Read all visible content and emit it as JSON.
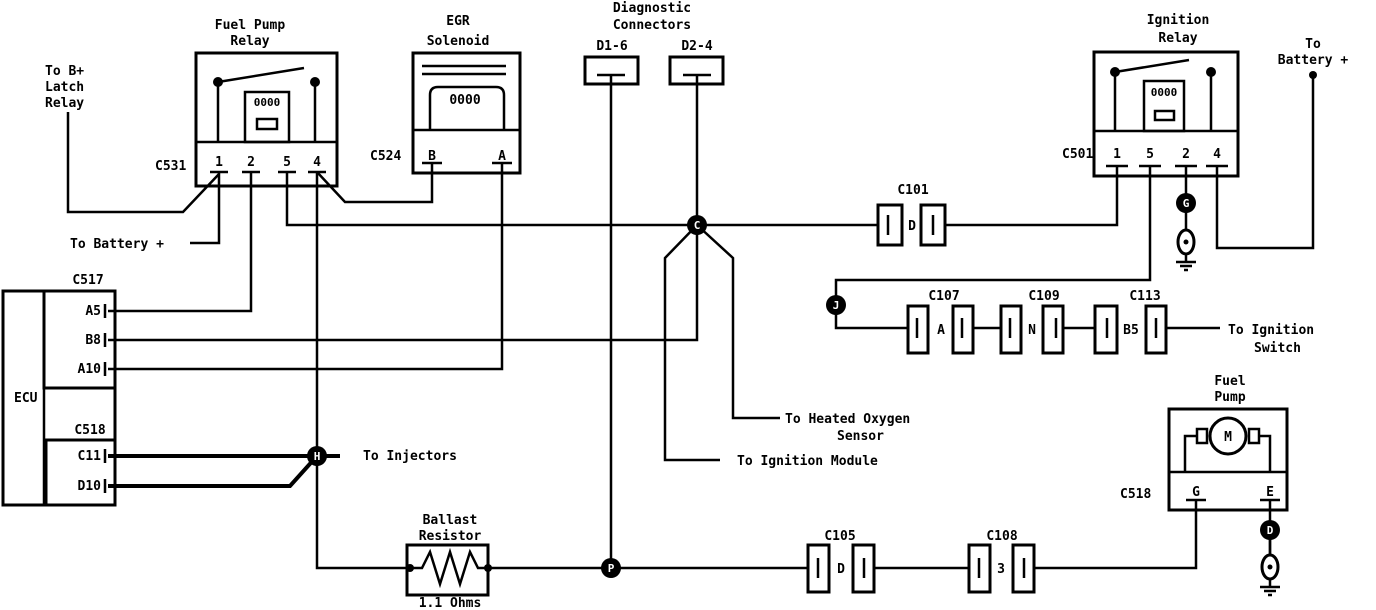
{
  "components": {
    "fuel_pump_relay": {
      "title": [
        "Fuel Pump",
        "Relay"
      ],
      "connector": "C531",
      "pins": [
        "1",
        "2",
        "5",
        "4"
      ]
    },
    "egr_solenoid": {
      "title": [
        "EGR",
        "Solenoid"
      ],
      "connector": "C524",
      "pins": [
        "B",
        "A"
      ]
    },
    "diagnostic_connectors": {
      "title": [
        "Diagnostic",
        "Connectors"
      ],
      "items": [
        "D1-6",
        "D2-4"
      ]
    },
    "ignition_relay": {
      "title": [
        "Ignition",
        "Relay"
      ],
      "connector": "C501",
      "pins": [
        "1",
        "5",
        "2",
        "4"
      ]
    },
    "ecu": {
      "label": "ECU",
      "connectors": [
        {
          "name": "C517",
          "pins": [
            "A5",
            "B8",
            "A10"
          ]
        },
        {
          "name": "C518",
          "pins": [
            "C11",
            "D10"
          ]
        }
      ]
    },
    "fuel_pump": {
      "title": [
        "Fuel",
        "Pump"
      ],
      "connector": "C518",
      "pins": [
        "G",
        "E"
      ],
      "motor": "M"
    },
    "ballast_resistor": {
      "title": [
        "Ballast",
        "Resistor"
      ],
      "value": "1.1 Ohms"
    }
  },
  "inline_connectors": [
    {
      "name": "C101",
      "cavity": "D"
    },
    {
      "name": "C107",
      "cavity": "A"
    },
    {
      "name": "C109",
      "cavity": "N"
    },
    {
      "name": "C113",
      "cavity": "B5"
    },
    {
      "name": "C105",
      "cavity": "D"
    },
    {
      "name": "C108",
      "cavity": "3"
    }
  ],
  "splices": [
    "C",
    "G",
    "J",
    "H",
    "P",
    "D"
  ],
  "destinations": {
    "b_latch": [
      "To B+",
      "Latch",
      "Relay"
    ],
    "battery_left": "To Battery +",
    "battery_right": [
      "To",
      "Battery +"
    ],
    "ignition_switch": [
      "To Ignition",
      "Switch"
    ],
    "heated_oxygen": [
      "To Heated Oxygen",
      "Sensor"
    ],
    "ignition_module": "To Ignition Module",
    "injectors": "To Injectors"
  }
}
